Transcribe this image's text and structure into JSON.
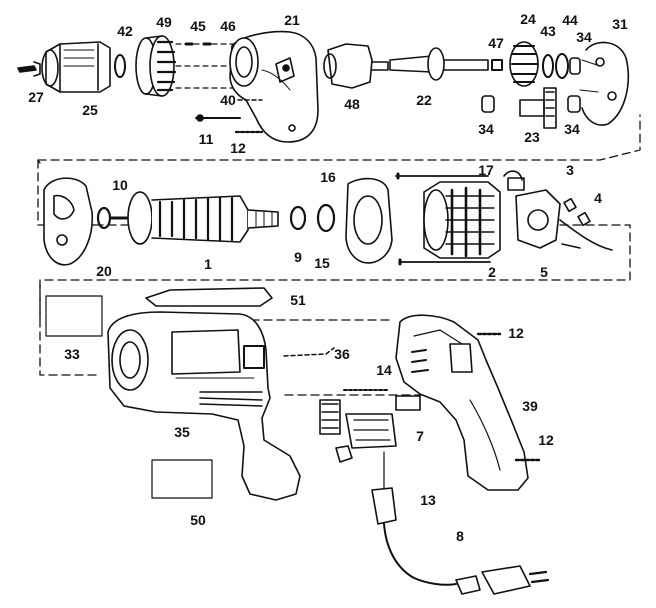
{
  "diagram": {
    "colors": {
      "ink": "#111111",
      "paper": "#ffffff",
      "tone": "#555555"
    },
    "callouts": {
      "p27": "27",
      "p25": "25",
      "p42": "42",
      "p49": "49",
      "p45": "45",
      "p46": "46",
      "p21": "21",
      "p40": "40",
      "p11": "11",
      "p12a": "12",
      "p48": "48",
      "p22": "22",
      "p47": "47",
      "p24": "24",
      "p43": "43",
      "p44": "44",
      "p34a": "34",
      "p31": "31",
      "p34b": "34",
      "p23": "23",
      "p34c": "34",
      "p10": "10",
      "p20": "20",
      "p1": "1",
      "p9": "9",
      "p15": "15",
      "p16": "16",
      "p17": "17",
      "p2": "2",
      "p3": "3",
      "p4": "4",
      "p5": "5",
      "p51": "51",
      "p33": "33",
      "p36": "36",
      "p35": "35",
      "p14": "14",
      "p7": "7",
      "p12b": "12",
      "p39": "39",
      "p12c": "12",
      "p13": "13",
      "p8": "8",
      "p50": "50"
    }
  }
}
